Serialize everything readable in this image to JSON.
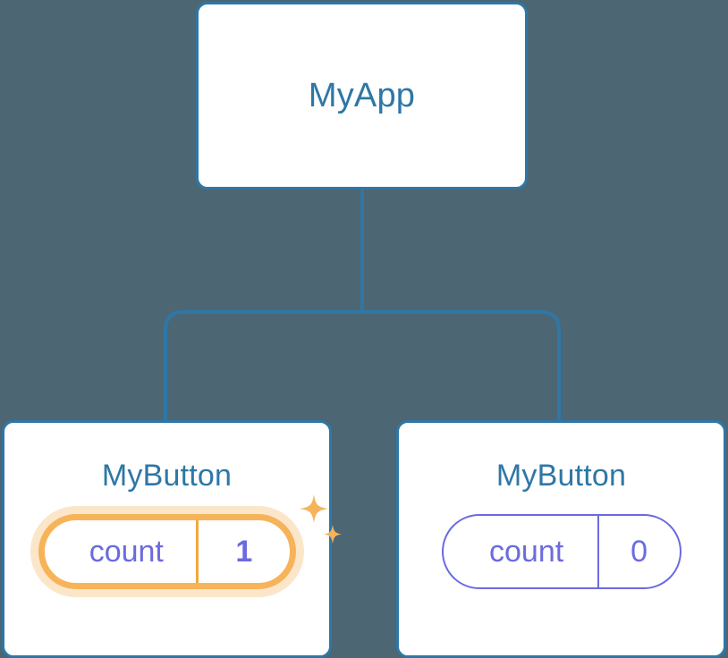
{
  "diagram": {
    "type": "component-tree",
    "background_color": "#4c6673",
    "accent_blue": "#2e77a6",
    "accent_purple": "#6b6be0",
    "accent_orange": "#f7b35a",
    "highlight_glow_color": "#fbd9a8"
  },
  "root": {
    "title": "MyApp"
  },
  "children": [
    {
      "title": "MyButton",
      "state": {
        "key": "count",
        "value": "1"
      },
      "highlighted": true,
      "sparkle_icon": "sparkles-icon"
    },
    {
      "title": "MyButton",
      "state": {
        "key": "count",
        "value": "0"
      },
      "highlighted": false
    }
  ],
  "edges": [
    {
      "from": "MyApp",
      "to": "MyButton (left)"
    },
    {
      "from": "MyApp",
      "to": "MyButton (right)"
    }
  ]
}
